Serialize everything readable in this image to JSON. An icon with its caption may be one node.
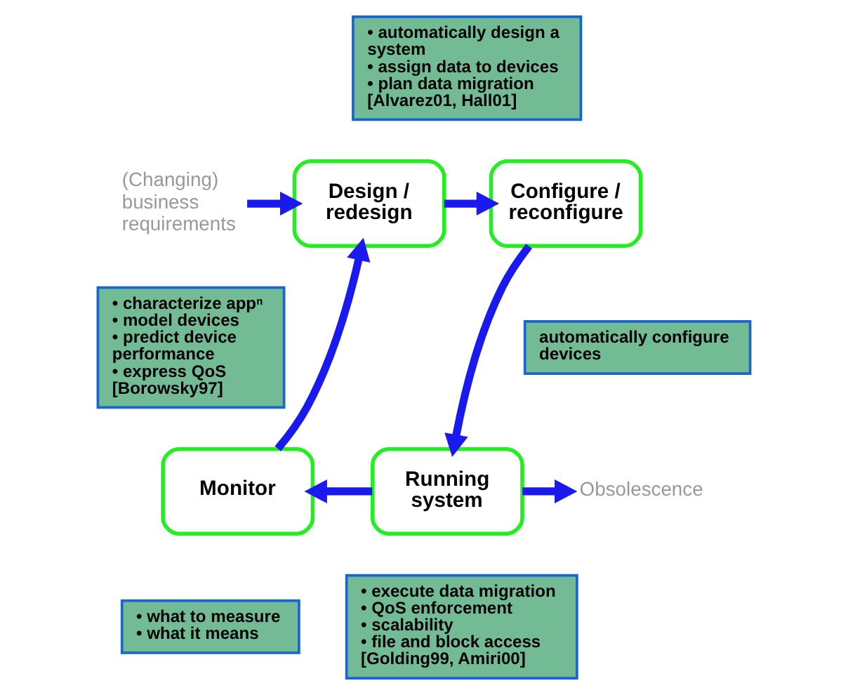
{
  "diagram": {
    "nodes": [
      {
        "text": [
          "(Changing) business requirements"
        ]
      },
      {
        "text": [
          "• automatically design a system",
          "• assign data to devices",
          "• plan data migration",
          "[Alvarez01, Hall01]"
        ]
      },
      {
        "text": [
          "• characterize appⁿ",
          "• model devices",
          "• predict device performance",
          "• express QoS",
          "[Borowsky97]"
        ]
      },
      {
        "text": [
          "Design / redesign"
        ]
      },
      {
        "text": [
          "Configure / reconfigure"
        ]
      },
      {
        "text": [
          "automatically configure devices"
        ]
      },
      {
        "text": [
          "Monitor"
        ]
      },
      {
        "text": [
          "Running system"
        ]
      },
      {
        "text": [
          "Obsolescence"
        ]
      },
      {
        "text": [
          "• what to measure",
          "• what it means"
        ]
      },
      {
        "text": [
          "• execute data migration",
          "• QoS enforcement",
          "• scalability",
          "• file and block access",
          "[Golding99, Amiri00]"
        ]
      }
    ],
    "edges": [
      {
        "from": 0,
        "to": 3,
        "arrow": "to"
      },
      {
        "from": 3,
        "to": 4,
        "arrow": "to"
      },
      {
        "from": 4,
        "to": 7,
        "arrow": "to"
      },
      {
        "from": 7,
        "to": 6,
        "arrow": "to"
      },
      {
        "from": 6,
        "to": 3,
        "arrow": "to"
      },
      {
        "from": 7,
        "to": 8,
        "arrow": "to"
      }
    ]
  }
}
